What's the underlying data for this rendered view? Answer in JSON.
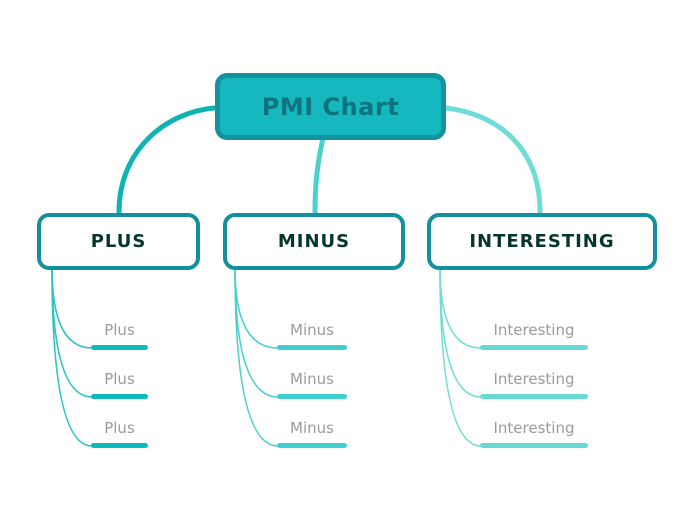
{
  "title": "PMI Chart",
  "colors": {
    "root_fill": "#14b8be",
    "root_border": "#15929f",
    "root_text": "#0d737e",
    "node_border": "#13909d",
    "node_text": "#05362b",
    "item_text": "#9b9b9b",
    "branch_plus": "#10b3b3",
    "branch_minus": "#4bd0cb",
    "branch_interesting": "#6fdcd5",
    "curve_plus": "#2cc3c0",
    "curve_minus": "#4bd0cb",
    "curve_interesting": "#72ddd6",
    "underline_plus": "#0cbabc",
    "underline_minus": "#3fcfcf",
    "underline_interesting": "#67d9d3"
  },
  "branches": [
    {
      "id": "plus",
      "label": "PLUS",
      "items": [
        "Plus",
        "Plus",
        "Plus"
      ]
    },
    {
      "id": "minus",
      "label": "MINUS",
      "items": [
        "Minus",
        "Minus",
        "Minus"
      ]
    },
    {
      "id": "interesting",
      "label": "INTERESTING",
      "items": [
        "Interesting",
        "Interesting",
        "Interesting"
      ]
    }
  ]
}
